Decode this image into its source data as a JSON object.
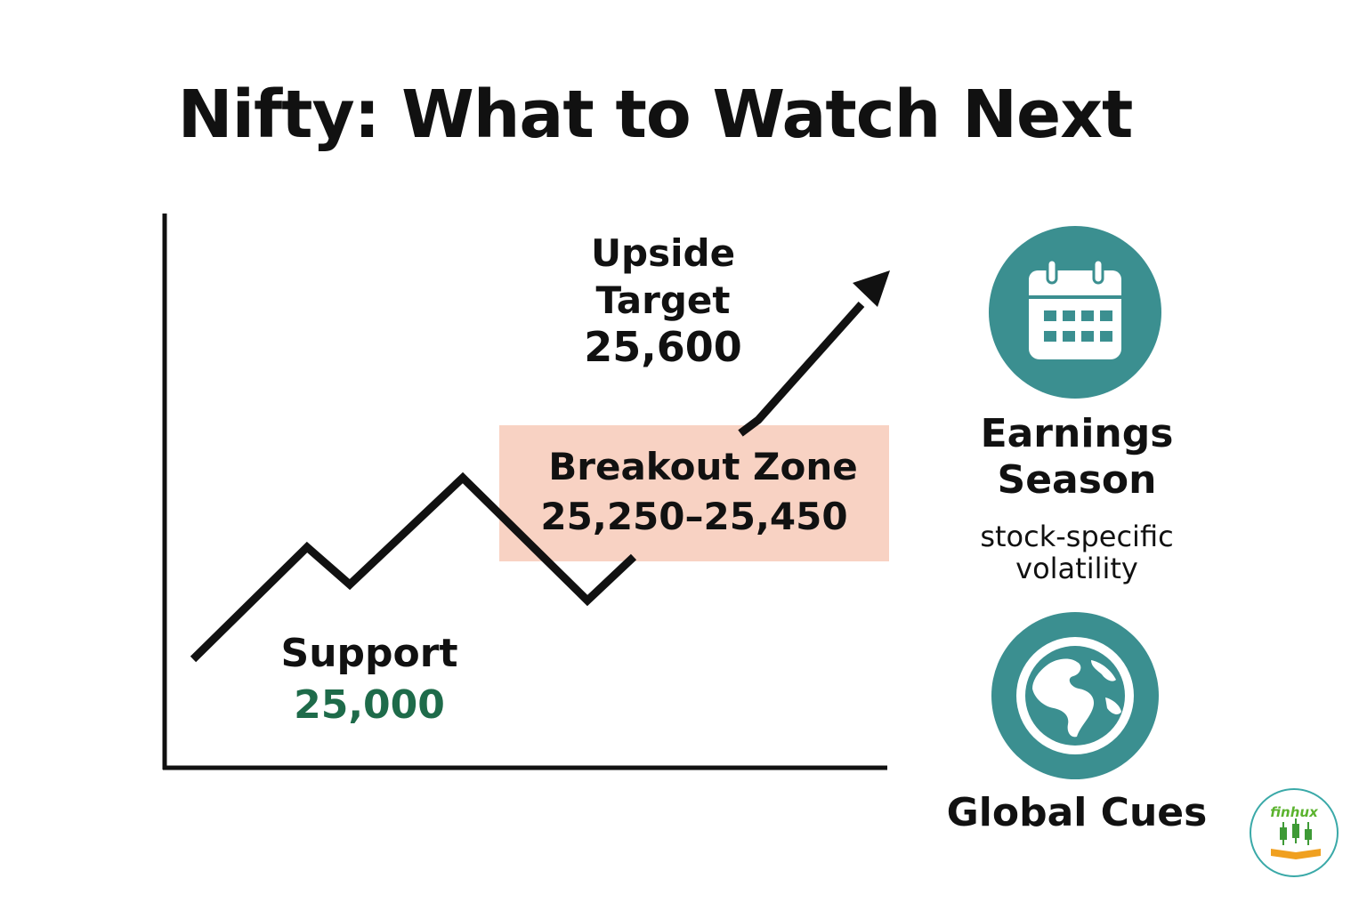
{
  "title": "Nifty: What to Watch Next",
  "upside": {
    "line1": "Upside",
    "line2": "Target",
    "value": "25,600"
  },
  "breakout": {
    "label": "Breakout Zone",
    "range": "25,250–25,450"
  },
  "support": {
    "label": "Support",
    "value": "25,000"
  },
  "earnings": {
    "line1": "Earnings",
    "line2": "Season",
    "sub1": "stock-specific",
    "sub2": "volatility"
  },
  "global": {
    "label": "Global Cues"
  },
  "logo": {
    "text": "finhux"
  },
  "colors": {
    "teal": "#3b8f90",
    "zone": "#f8d2c3",
    "support_value": "#1e6b4a",
    "logo_green": "#5bb32e",
    "logo_orange": "#f0a020"
  },
  "icons": [
    "calendar-icon",
    "globe-icon",
    "trend-arrow-icon",
    "candlestick-book-logo"
  ]
}
